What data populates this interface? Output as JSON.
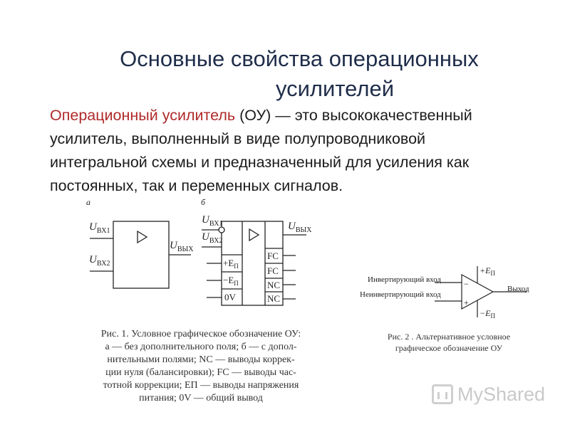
{
  "slide": {
    "title_line1": "Основные свойства операционных",
    "title_line2": "усилителей",
    "definition_term": "Операционный усилитель",
    "definition_rest_line1": " (ОУ) — это высококачественный",
    "definition_line2": "усилитель, выполненный в виде полупроводниковой",
    "definition_line3": "интегральной схемы и предназначенный для усиления как",
    "definition_line4": "постоянных, так и переменных сигналов."
  },
  "figure1": {
    "panel_a_label": "а",
    "panel_b_label": "б",
    "u": "U",
    "in1_sub": "ВХ1",
    "in2_sub": "ВХ2",
    "out_sub": "ВЫХ",
    "field_plus_e": "+E",
    "field_minus_e": "−E",
    "field_e_sub": "П",
    "field_zero": "0V",
    "fc1": "FC",
    "fc2": "FC",
    "nc1": "NC",
    "nc2": "NC",
    "caption_line1": "Рис. 1. Условное графическое обозначение ОУ:",
    "caption_line2": "а — без дополнительного поля; б — с допол-",
    "caption_line3": "нительными полями; NC — выводы коррек-",
    "caption_line4": "ции нуля (балансировки); FC — выводы час-",
    "caption_line5": "тотной коррекции; EП — выводы напряжения",
    "caption_line6": "питания; 0V — общий вывод"
  },
  "figure2": {
    "inverting_input": "Инвертирующий вход",
    "noninverting_input": "Неинвертирующий вход",
    "output": "Выход",
    "plus_supply": "+E",
    "minus_supply": "−E",
    "supply_sub": "П",
    "minus_sign": "−",
    "plus_sign": "+",
    "caption_line1": "Рис.   2 . Альтернативное условное",
    "caption_line2": "графическое обозначение ОУ"
  },
  "watermark": {
    "text": "MyShared"
  }
}
